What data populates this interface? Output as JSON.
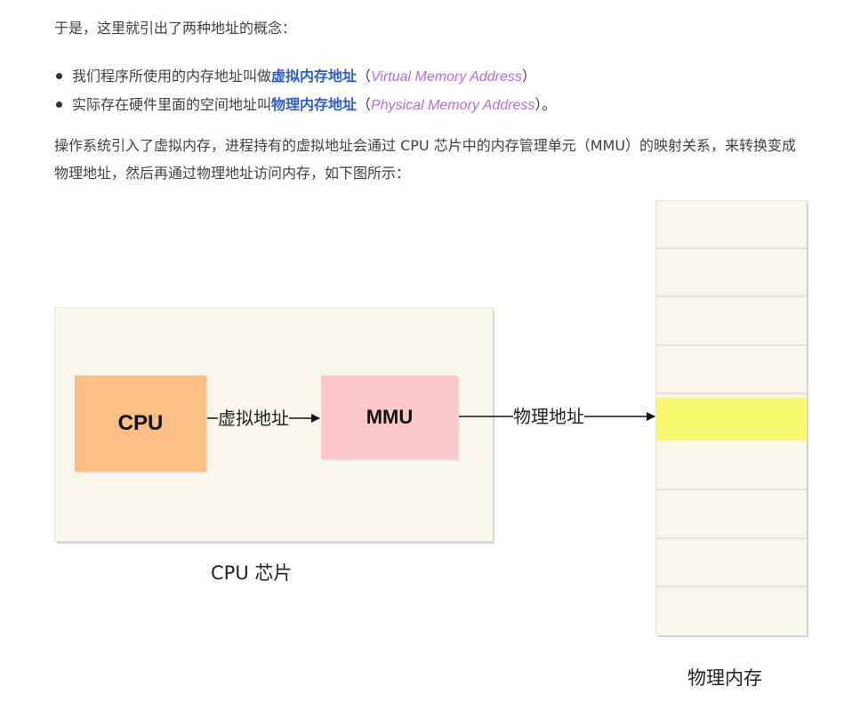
{
  "intro": "于是，这里就引出了两种地址的概念：",
  "bullets": [
    {
      "prefix": "我们程序所使用的内存地址叫做",
      "term": "虚拟内存地址",
      "open": "（",
      "english": "Virtual Memory Address",
      "close": "）"
    },
    {
      "prefix": "实际存在硬件里面的空间地址叫",
      "term": "物理内存地址",
      "open": "（",
      "english": "Physical Memory Address",
      "close": "）。"
    }
  ],
  "paragraph": "操作系统引入了虚拟内存，进程持有的虚拟地址会通过 CPU 芯片中的内存管理单元（MMU）的映射关系，来转换变成物理地址，然后再通过物理地址访问内存，如下图所示：",
  "diagram": {
    "cpu_label": "CPU",
    "mmu_label": "MMU",
    "virtual_address_label": "虚拟地址",
    "physical_address_label": "物理地址",
    "chip_caption": "CPU 芯片",
    "memory_caption": "物理内存",
    "memory_cells": 9,
    "highlighted_cell": 4,
    "colors": {
      "chip_bg": "#f9f6ec",
      "cpu": "#fbbf86",
      "mmu": "#fec8c8",
      "highlight": "#fafa6e",
      "term_blue": "#2d5bd6",
      "term_purple": "#b56be0"
    }
  }
}
